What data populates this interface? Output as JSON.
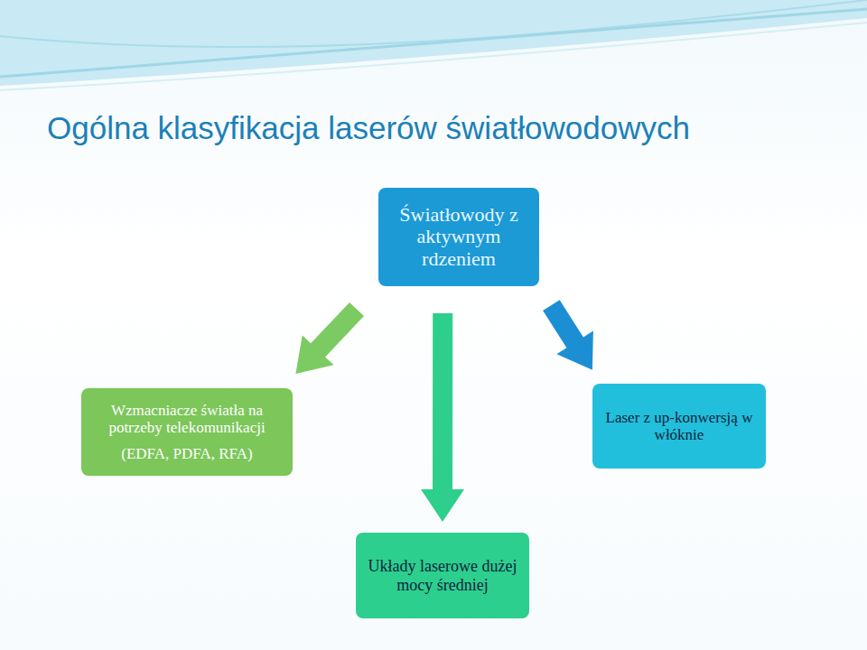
{
  "diagram": {
    "title": "Ogólna klasyfikacja laserów światłowodowych",
    "nodes": [
      {
        "text": [
          "Światłowody z aktywnym rdzeniem"
        ]
      },
      {
        "text": [
          "Wzmacniacze światła na potrzeby telekomunikacji",
          "(EDFA, PDFA, RFA)"
        ]
      },
      {
        "text": [
          "Laser z up-konwersją w włóknie"
        ]
      },
      {
        "text": [
          "Układy laserowe dużej mocy średniej"
        ]
      }
    ],
    "edges": [
      {
        "from": 0,
        "to": 1,
        "arrow": "to"
      },
      {
        "from": 0,
        "to": 3,
        "arrow": "to"
      },
      {
        "from": 0,
        "to": 2,
        "arrow": "to"
      }
    ]
  }
}
